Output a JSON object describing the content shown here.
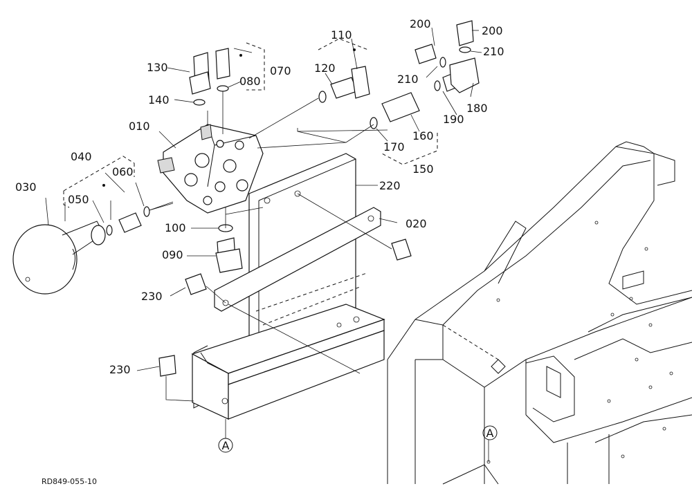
{
  "diagram": {
    "figure_code": "RD849-055-10",
    "reference_mark": "A",
    "callouts": {
      "p010": "010",
      "p020": "020",
      "p030": "030",
      "p040": "040",
      "p050": "050",
      "p060": "060",
      "p070": "070",
      "p080": "080",
      "p090": "090",
      "p100": "100",
      "p110": "110",
      "p120": "120",
      "p130": "130",
      "p140": "140",
      "p150": "150",
      "p160": "160",
      "p170": "170",
      "p180": "180",
      "p190": "190",
      "p200a": "200",
      "p200b": "200",
      "p210a": "210",
      "p210b": "210",
      "p220": "220",
      "p230a": "230",
      "p230b": "230"
    }
  }
}
